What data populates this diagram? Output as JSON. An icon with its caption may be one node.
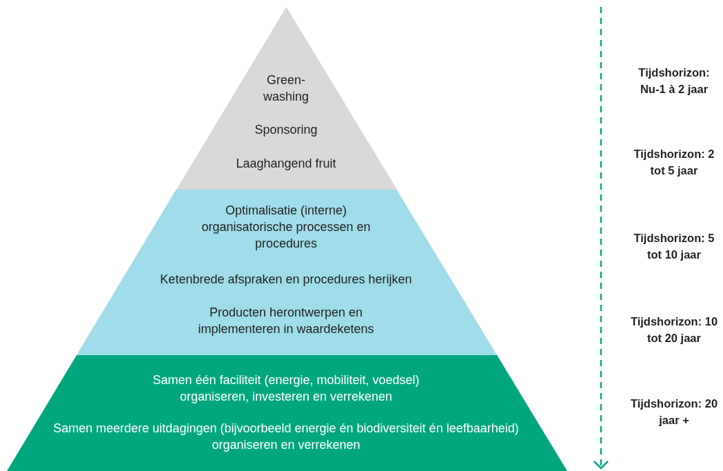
{
  "diagram": {
    "nodes": [
      {
        "text": [
          "Green- washing",
          "Sponsoring",
          "Laaghangend fruit"
        ]
      },
      {
        "text": [
          "Optimalisatie (interne) organisatorische processen en procedures",
          "Ketenbrede afspraken en procedures herijken",
          "Producten herontwerpen en implementeren in waardeketens"
        ]
      },
      {
        "text": [
          "Samen één faciliteit (energie, mobiliteit, voedsel) organiseren, investeren en verrekenen",
          "Samen meerdere uitdagingen (bijvoorbeeld energie én biodiversiteit én leefbaarheid) organiseren en verrekenen"
        ]
      }
    ],
    "labels": [
      "Tijdshorizon: Nu-1 à 2 jaar",
      "Tijdshorizon: 2 tot 5 jaar",
      "Tijdshorizon: 5 tot 10 jaar",
      "Tijdshorizon: 10 tot 20 jaar",
      "Tijdshorizon: 20 jaar +"
    ]
  }
}
